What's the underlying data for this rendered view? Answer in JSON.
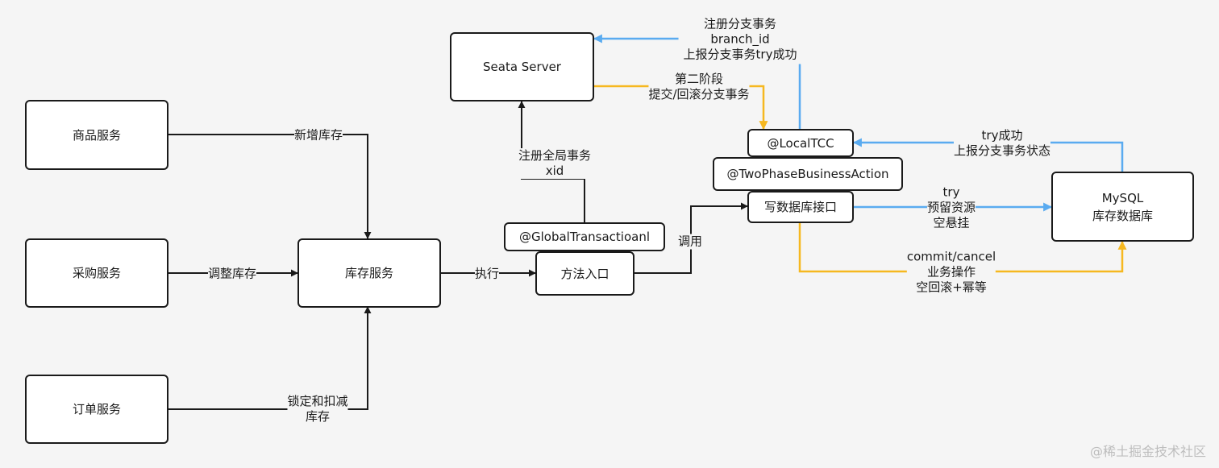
{
  "colors": {
    "black": "#1a1a1a",
    "blue": "#5aabf0",
    "yellow": "#f6b820",
    "background": "#f5f5f5"
  },
  "nodes": {
    "goods": "商品服务",
    "purchase": "采购服务",
    "order": "订单服务",
    "inventory": "库存服务",
    "seata": "Seata Server",
    "global_tx": "@GlobalTransactioanl",
    "method_entry": "方法入口",
    "local_tcc": "@LocalTCC",
    "two_phase": "@TwoPhaseBusinessAction",
    "write_db": "写数据库接口",
    "mysql": [
      "MySQL",
      "库存数据库"
    ]
  },
  "edges": {
    "goods_to_inventory": [
      "新增库存"
    ],
    "purchase_to_inventory": [
      "调整库存"
    ],
    "order_to_inventory": [
      "锁定和扣减",
      "库存"
    ],
    "inventory_to_method": [
      "执行"
    ],
    "method_to_write": [
      "调用"
    ],
    "global_to_seata": [
      "注册全局事务",
      "xid"
    ],
    "tcc_to_seata": [
      "注册分支事务",
      "branch_id",
      "上报分支事务try成功"
    ],
    "seata_to_tcc": [
      "第二阶段",
      "提交/回滚分支事务"
    ],
    "mysql_to_tcc": [
      "try成功",
      "上报分支事务状态"
    ],
    "write_to_mysql": [
      "try",
      "预留资源",
      "空悬挂"
    ],
    "commit_to_mysql": [
      "commit/cancel",
      "业务操作",
      "空回滚+幂等"
    ]
  },
  "watermark": "@稀土掘金技术社区"
}
